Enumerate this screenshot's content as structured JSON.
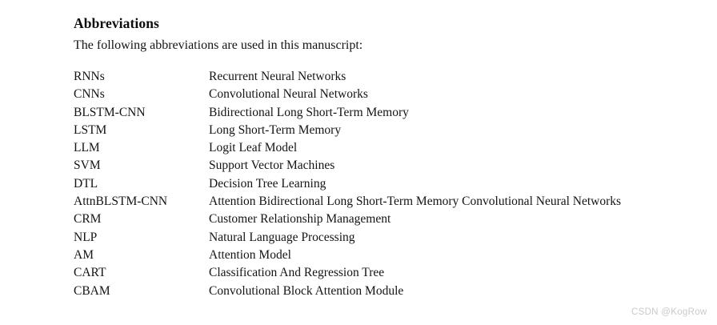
{
  "document": {
    "heading": "Abbreviations",
    "intro": "The following abbreviations are used in this manuscript:",
    "abbreviations": [
      {
        "term": "RNNs",
        "definition": "Recurrent Neural Networks"
      },
      {
        "term": "CNNs",
        "definition": "Convolutional Neural Networks"
      },
      {
        "term": "BLSTM-CNN",
        "definition": "Bidirectional Long Short-Term Memory"
      },
      {
        "term": "LSTM",
        "definition": "Long Short-Term Memory"
      },
      {
        "term": "LLM",
        "definition": "Logit Leaf Model"
      },
      {
        "term": "SVM",
        "definition": "Support Vector Machines"
      },
      {
        "term": "DTL",
        "definition": "Decision Tree Learning"
      },
      {
        "term": "AttnBLSTM-CNN",
        "definition": "Attention Bidirectional Long Short-Term Memory Convolutional Neural Networks"
      },
      {
        "term": "CRM",
        "definition": "Customer Relationship Management"
      },
      {
        "term": "NLP",
        "definition": "Natural Language Processing"
      },
      {
        "term": "AM",
        "definition": "Attention Model"
      },
      {
        "term": "CART",
        "definition": "Classification And Regression Tree"
      },
      {
        "term": "CBAM",
        "definition": "Convolutional Block Attention Module"
      }
    ]
  },
  "watermark": {
    "text": "CSDN @KogRow",
    "color": "#c9c9c9"
  },
  "colors": {
    "background": "#ffffff",
    "text": "#141414",
    "heading": "#0d0d0d"
  }
}
